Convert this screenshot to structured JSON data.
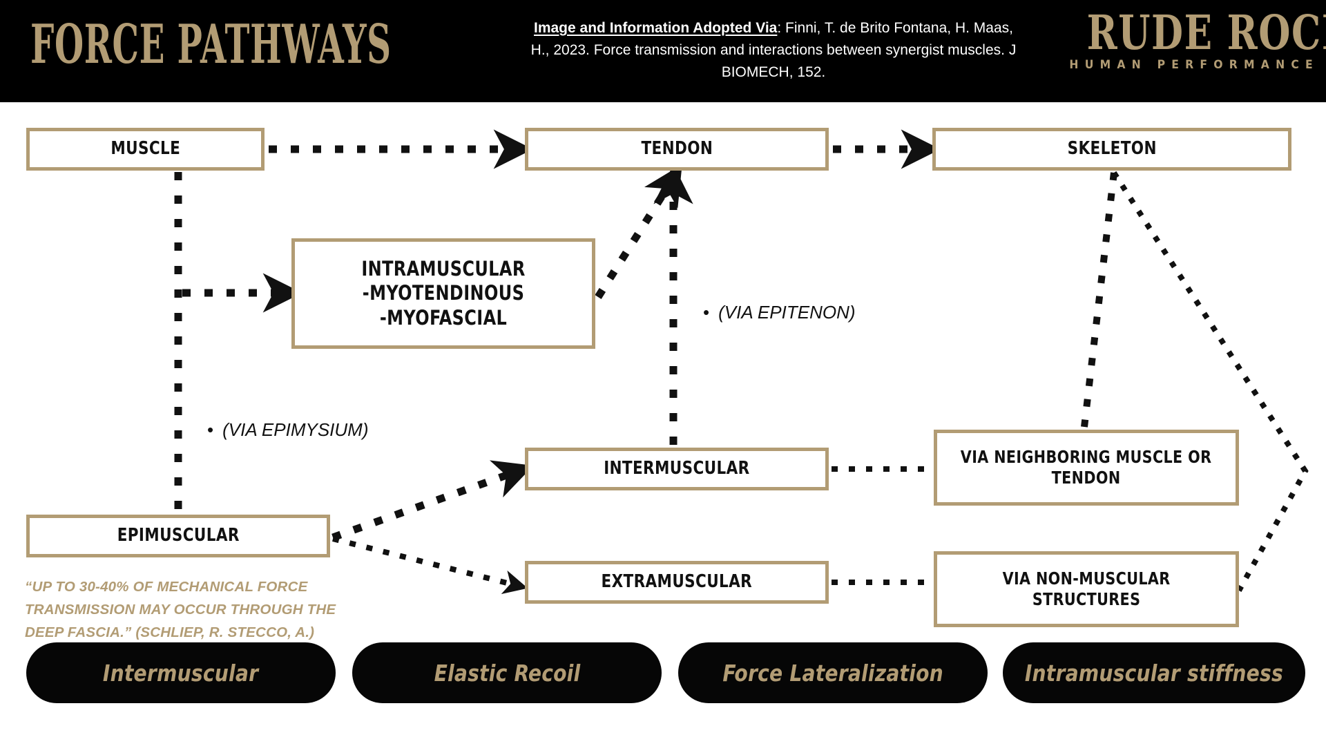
{
  "header": {
    "title": "FORCE PATHWAYS",
    "citation_lead": "Image and Information Adopted Via",
    "citation_rest": ": Finni, T. de Brito Fontana, H. Maas, H., 2023. Force transmission and interactions between synergist muscles. J BIOMECH, 152.",
    "logo_main": "RUDE ROCK",
    "logo_sub": "HUMAN PERFORMANCE"
  },
  "colors": {
    "header_bg": "#000000",
    "accent_tan": "#B29C74",
    "box_border": "#B29C74",
    "box_fill": "#FFFFFF",
    "text_dark": "#111111",
    "pill_bg": "#060606"
  },
  "diagram": {
    "nodes": {
      "muscle": "MUSCLE",
      "tendon": "TENDON",
      "skeleton": "SKELETON",
      "intramuscular_l1": "INTRAMUSCULAR",
      "intramuscular_l2": "-MYOTENDINOUS",
      "intramuscular_l3": "-MYOFASCIAL",
      "intermuscular": "INTERMUSCULAR",
      "extramuscular": "EXTRAMUSCULAR",
      "epimuscular": "EPIMUSCULAR",
      "neighbor_l1": "VIA NEIGHBORING MUSCLE OR",
      "neighbor_l2": "TENDON",
      "nonmuscular_l1": "VIA NON-MUSCULAR",
      "nonmuscular_l2": "STRUCTURES"
    },
    "annotations": {
      "bullet": "•",
      "epitenon": "(VIA EPITENON)",
      "epimysium": "(VIA EPIMYSIUM)"
    },
    "quote_l1": "“UP TO 30-40% OF MECHANICAL FORCE",
    "quote_l2": "TRANSMISSION MAY OCCUR THROUGH THE",
    "quote_l3": "DEEP FASCIA.” (SCHLIEP, R. STECCO, A.)"
  },
  "pills": [
    "Intermuscular",
    "Elastic Recoil",
    "Force Lateralization",
    "Intramuscular stiffness"
  ]
}
